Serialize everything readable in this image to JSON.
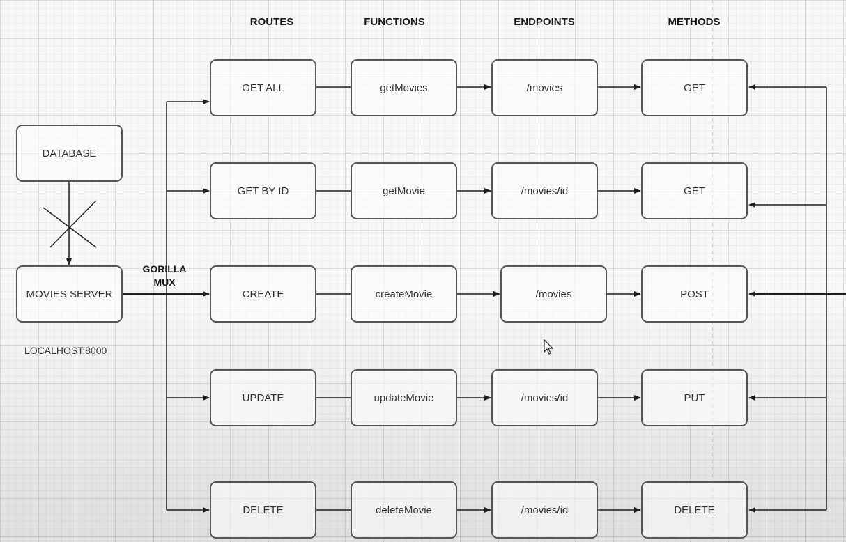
{
  "headers": {
    "routes": "ROUTES",
    "functions": "FUNCTIONS",
    "endpoints": "ENDPOINTS",
    "methods": "METHODS"
  },
  "database": "DATABASE",
  "server": "MOVIES SERVER",
  "server_address": "LOCALHOST:8000",
  "mux": {
    "line1": "GORILLA",
    "line2": "MUX"
  },
  "rows": [
    {
      "route": "GET ALL",
      "function": "getMovies",
      "endpoint": "/movies",
      "method": "GET"
    },
    {
      "route": "GET BY ID",
      "function": "getMovie",
      "endpoint": "/movies/id",
      "method": "GET"
    },
    {
      "route": "CREATE",
      "function": "createMovie",
      "endpoint": "/movies",
      "method": "POST"
    },
    {
      "route": "UPDATE",
      "function": "updateMovie",
      "endpoint": "/movies/id",
      "method": "PUT"
    },
    {
      "route": "DELETE",
      "function": "deleteMovie",
      "endpoint": "/movies/id",
      "method": "DELETE"
    }
  ],
  "colors": {
    "stroke": "#1f1f1f",
    "box_border": "#555555"
  }
}
